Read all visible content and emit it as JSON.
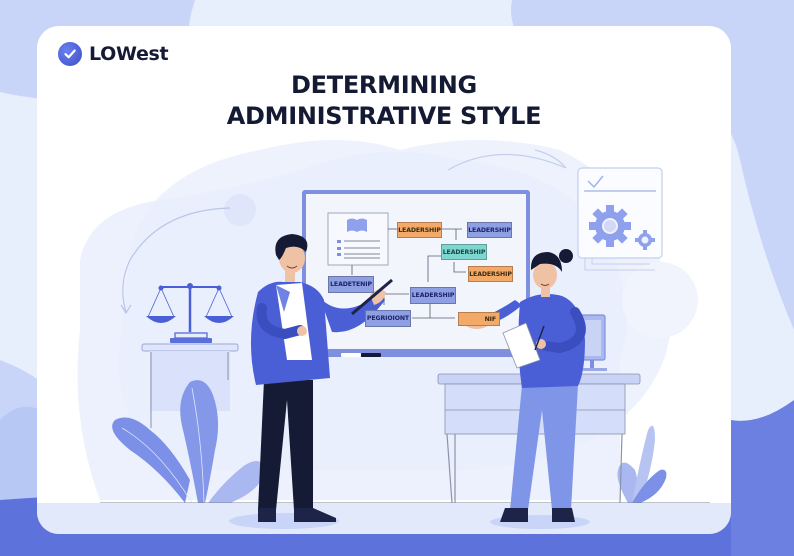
{
  "brand": {
    "name": "LOWest",
    "logo_icon": "check-circle-icon",
    "accent": "#4a5fd6"
  },
  "title": {
    "line1": "DETERMINING",
    "line2": "ADMINISTRATIVE STYLE"
  },
  "whiteboard": {
    "flow_boxes": [
      {
        "label": "LEADERSHIP",
        "color": "orange"
      },
      {
        "label": "LEADERSHIP",
        "color": "blue"
      },
      {
        "label": "LEADERSHIP",
        "color": "teal"
      },
      {
        "label": "LEADERSHIP",
        "color": "orange"
      },
      {
        "label": "LEADETENIP",
        "color": "blue"
      },
      {
        "label": "LEADERSHIP",
        "color": "blue"
      },
      {
        "label": "PEGRIOIONT",
        "color": "blue"
      },
      {
        "label": "NIF",
        "color": "orange"
      }
    ]
  },
  "colors": {
    "background": "#e8effc",
    "card": "#ffffff",
    "primary_blue": "#4a5fd6",
    "light_blue": "#c9d6f8",
    "dark_navy": "#141a33",
    "orange": "#f3a968",
    "teal": "#7fd6cf"
  }
}
